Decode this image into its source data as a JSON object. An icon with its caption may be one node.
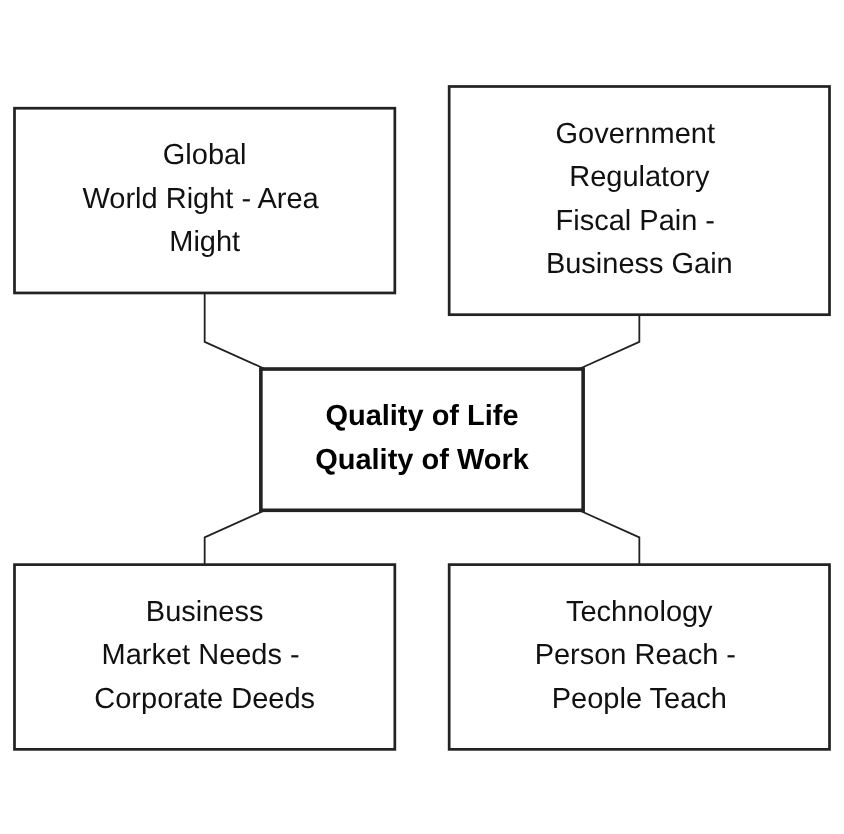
{
  "diagram": {
    "nodes": [
      {
        "text": [
          "Global",
          "World Right - Area Might"
        ]
      },
      {
        "text": [
          "Government Regulatory",
          "Fiscal Pain - Business Gain"
        ]
      },
      {
        "text": [
          "Quality of Life",
          "Quality of Work"
        ]
      },
      {
        "text": [
          "Business",
          "Market Needs - Corporate Deeds"
        ]
      },
      {
        "text": [
          "Technology",
          "Person Reach - People Teach"
        ]
      }
    ],
    "edges": [
      {
        "from": 0,
        "to": 2,
        "arrow": "none"
      },
      {
        "from": 1,
        "to": 2,
        "arrow": "none"
      },
      {
        "from": 2,
        "to": 3,
        "arrow": "none"
      },
      {
        "from": 2,
        "to": 4,
        "arrow": "none"
      }
    ]
  }
}
